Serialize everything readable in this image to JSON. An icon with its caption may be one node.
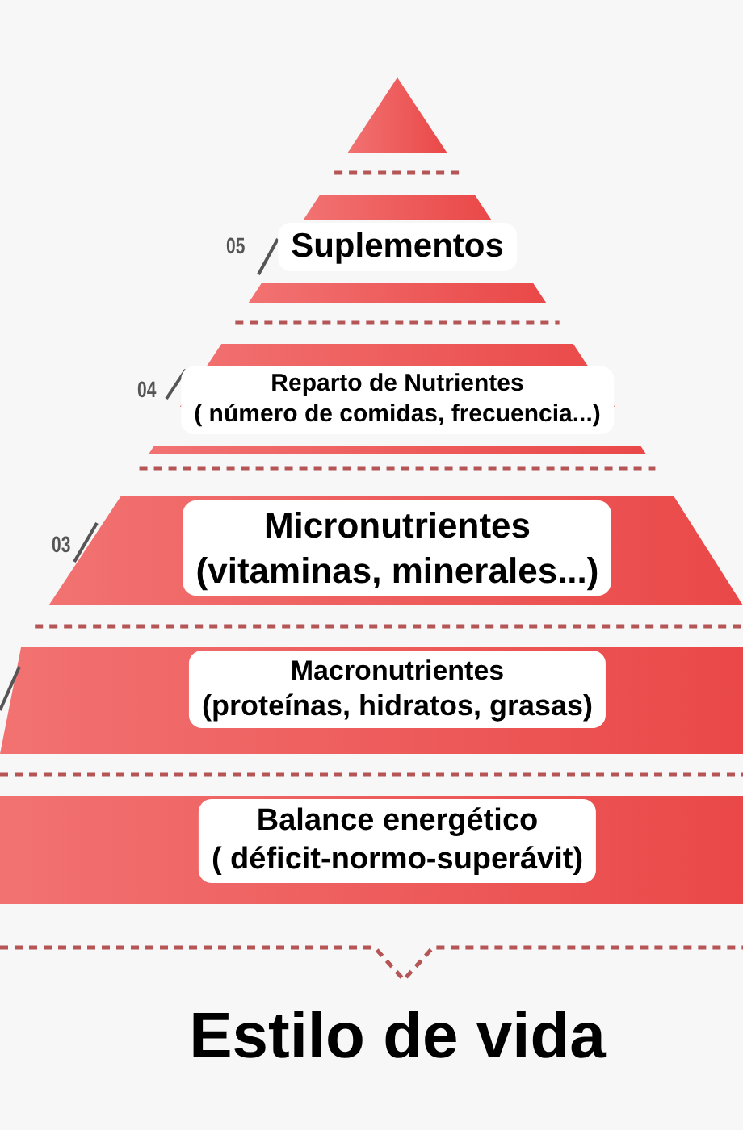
{
  "diagram": {
    "nodes": [
      {
        "text": [
          "Suplementos"
        ]
      },
      {
        "text": [
          "Reparto de Nutrientes",
          "( número de comidas, frecuencia...)"
        ]
      },
      {
        "text": [
          "Micronutrientes",
          "(vitaminas, minerales...)"
        ]
      },
      {
        "text": [
          "Macronutrientes",
          "(proteínas, hidratos, grasas)"
        ]
      },
      {
        "text": [
          "Balance energético",
          "( déficit-normo-superávit)"
        ]
      }
    ],
    "labels": [
      "05",
      "04",
      "03",
      "Estilo de vida"
    ]
  }
}
